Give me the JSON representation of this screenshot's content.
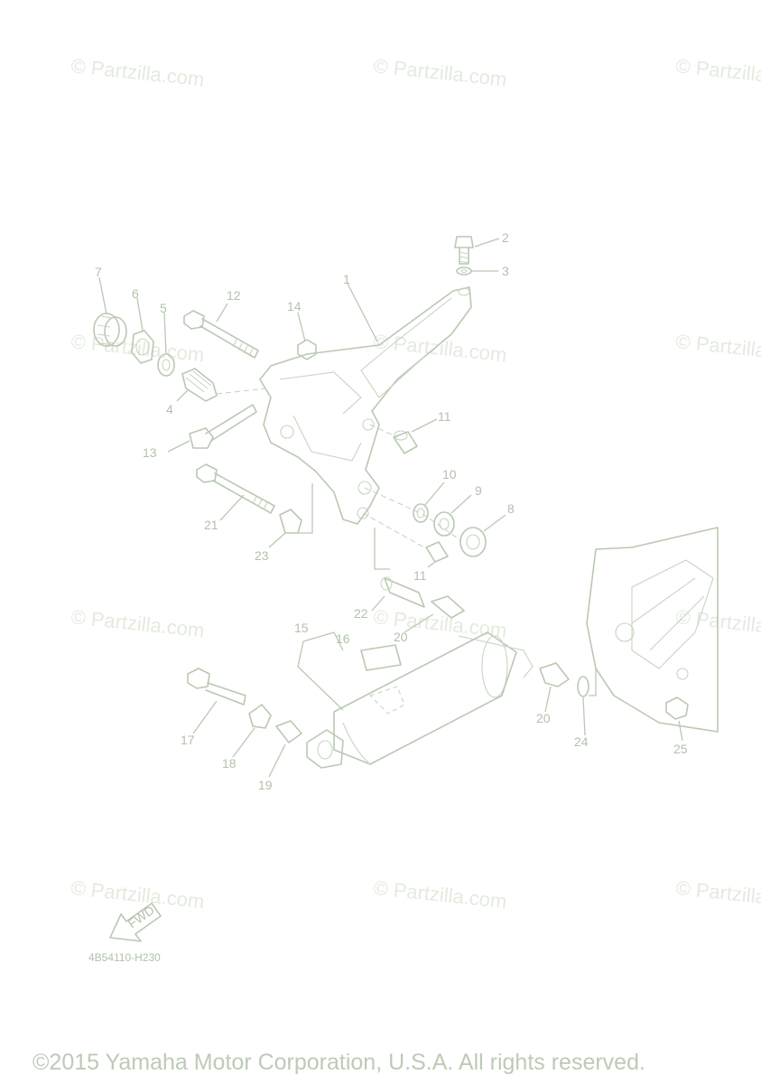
{
  "watermark_text": "© Partzilla.com",
  "callouts": {
    "c1": "1",
    "c2": "2",
    "c3": "3",
    "c4": "4",
    "c5": "5",
    "c6": "6",
    "c7": "7",
    "c8": "8",
    "c9": "9",
    "c10": "10",
    "c11a": "11",
    "c11b": "11",
    "c12": "12",
    "c13": "13",
    "c14": "14",
    "c15": "15",
    "c16": "16",
    "c17": "17",
    "c18": "18",
    "c19": "19",
    "c20a": "20",
    "c20b": "20",
    "c21": "21",
    "c22": "22",
    "c23": "23",
    "c24": "24",
    "c25": "25"
  },
  "fwd_label": "FWD",
  "diagram_code": "4B54110-H230",
  "copyright": "©2015 Yamaha Motor Corporation, U.S.A. All rights reserved."
}
